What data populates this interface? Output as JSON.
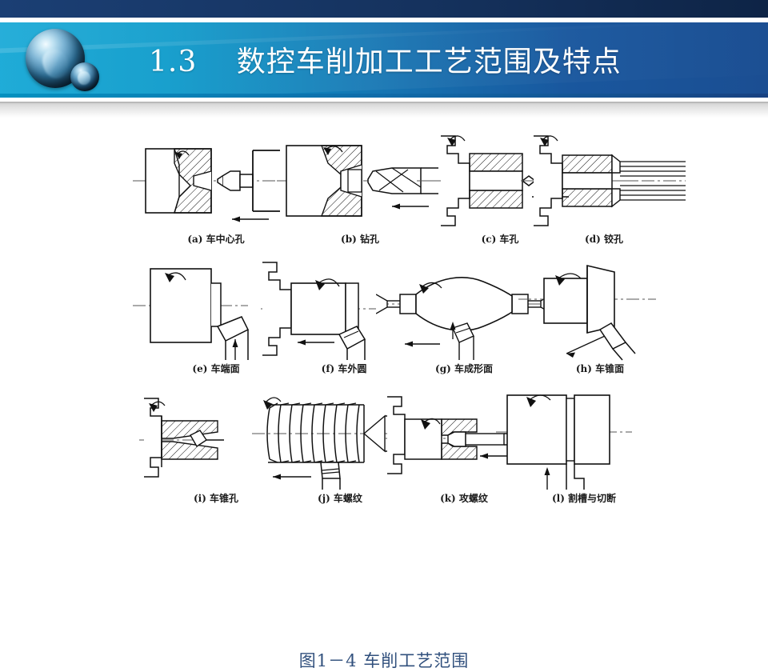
{
  "slide": {
    "background_color": "#ffffff",
    "top_strip_color": "#163666",
    "header_gradient_from": "#00a0d2",
    "header_gradient_to": "#1b4e92",
    "title_color": "#ffffff",
    "caption_color": "#31507d"
  },
  "header": {
    "section_number": "1.3",
    "title": "1.3　 数控车削加工工艺范围及特点",
    "logo_icon": "sphere-logo-icon"
  },
  "figure": {
    "title": "图1－4  车削工艺范围",
    "rows": [
      {
        "cells": [
          {
            "key": "a",
            "caption": "(a) 车中心孔",
            "art": "center-drilling-diagram"
          },
          {
            "key": "b",
            "caption": "(b) 钻孔",
            "art": "drilling-diagram"
          },
          {
            "key": "c",
            "caption": "(c) 车孔",
            "art": "boring-diagram"
          },
          {
            "key": "d",
            "caption": "(d) 铰孔",
            "art": "reaming-diagram"
          }
        ]
      },
      {
        "cells": [
          {
            "key": "e",
            "caption": "(e) 车端面",
            "art": "facing-diagram"
          },
          {
            "key": "f",
            "caption": "(f) 车外圆",
            "art": "turning-od-diagram"
          },
          {
            "key": "g",
            "caption": "(g) 车成形面",
            "art": "form-turning-diagram"
          },
          {
            "key": "h",
            "caption": "(h) 车锥面",
            "art": "taper-turning-diagram"
          }
        ]
      },
      {
        "cells": [
          {
            "key": "i",
            "caption": "(i) 车锥孔",
            "art": "taper-boring-diagram"
          },
          {
            "key": "j",
            "caption": "(j) 车螺纹",
            "art": "thread-turning-diagram"
          },
          {
            "key": "k",
            "caption": "(k) 攻螺纹",
            "art": "tapping-diagram"
          },
          {
            "key": "l",
            "caption": "(l) 割槽与切断",
            "art": "grooving-cutoff-diagram"
          }
        ]
      }
    ]
  }
}
